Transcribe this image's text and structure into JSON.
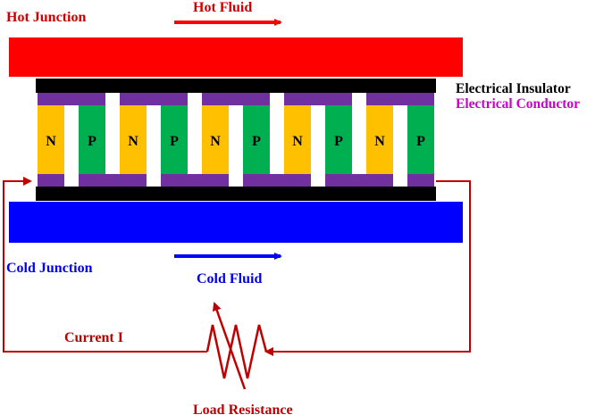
{
  "labels": {
    "hot_junction": "Hot Junction",
    "hot_fluid": "Hot Fluid",
    "electrical_insulator": "Electrical Insulator",
    "electrical_conductor": "Electrical Conductor",
    "cold_junction": "Cold Junction",
    "cold_fluid": "Cold Fluid",
    "current": "Current I",
    "load_resistance": "Load Resistance"
  },
  "legs": [
    "N",
    "P",
    "N",
    "P",
    "N",
    "P",
    "N",
    "P",
    "N",
    "P"
  ],
  "colors": {
    "hot_plate": "#ff0000",
    "cold_plate": "#0000ff",
    "insulator": "#000000",
    "conductor": "#7030a0",
    "n_leg": "#ffc000",
    "p_leg": "#00b050",
    "hot_text": "#d00000",
    "cold_text": "#0000ee",
    "conductor_text": "#cc00cc",
    "insulator_text": "#000000",
    "circuit": "#c00000",
    "load_text": "#c00000"
  }
}
